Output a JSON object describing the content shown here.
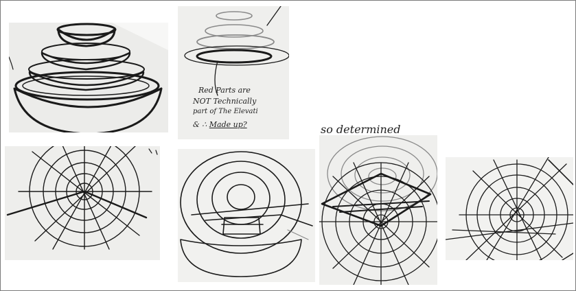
{
  "note": {
    "line1": "Red Parts are",
    "line2": "NOT Technically",
    "line3": "part of The Elevati",
    "line4_prefix": "& ∴",
    "line4_underlined": "Made up?"
  },
  "label_determined": "so determined",
  "colors": {
    "ink": "#1a1a1a",
    "paper": "#f4f4f2",
    "shadow": "#dcdcdc"
  }
}
